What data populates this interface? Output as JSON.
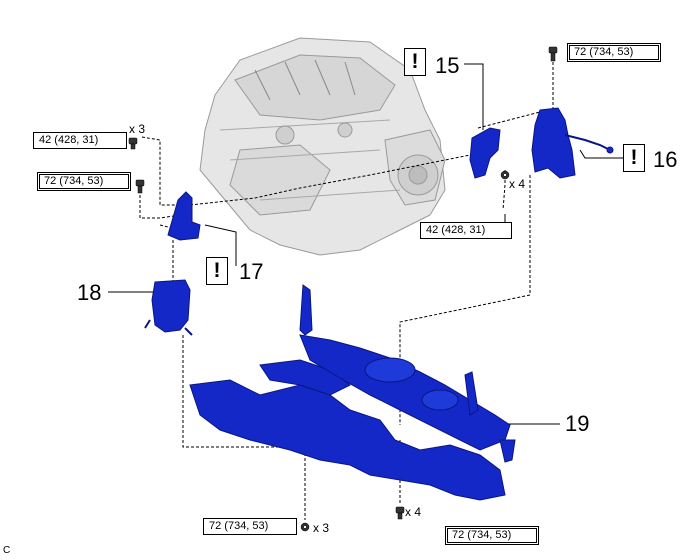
{
  "torque_labels": {
    "t1": "42 (428, 31)",
    "t2": "72 (734, 53)",
    "t3": "42 (428, 31)",
    "t4": "72 (734, 53)",
    "t5": "72 (734, 53)",
    "t6": "72 (734, 53)"
  },
  "quantities": {
    "q1": "x 3",
    "q2": "x 4",
    "q3": "x 3",
    "q4": "x 4"
  },
  "callouts": {
    "c15": "15",
    "c16": "16",
    "c17": "17",
    "c18": "18",
    "c19": "19"
  },
  "warning_symbol": "!",
  "corner_code": "C",
  "colors": {
    "part_blue": "#1428c8",
    "part_blue_dark": "#0a1680",
    "engine_gray": "#e6e6e6",
    "engine_line": "#9a9a9a"
  }
}
